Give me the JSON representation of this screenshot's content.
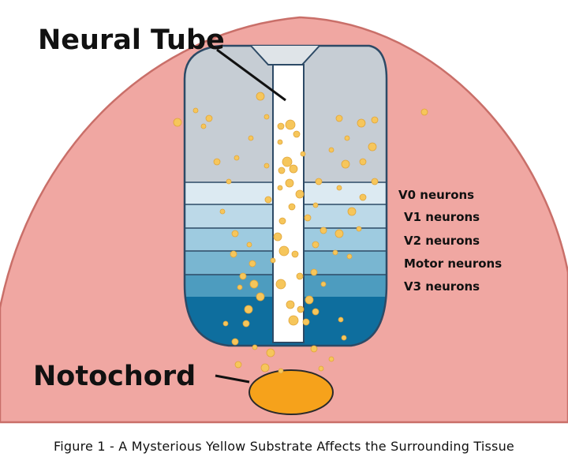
{
  "labels": {
    "neural_tube": "Neural Tube",
    "notochord": "Notochord"
  },
  "layers": [
    {
      "name": "V0 neurons",
      "color": "#dceaf2"
    },
    {
      "name": "V1 neurons",
      "color": "#bcd9e8"
    },
    {
      "name": "V2 neurons",
      "color": "#9ecbe0"
    },
    {
      "name": "Motor neurons",
      "color": "#79b6d1"
    },
    {
      "name": "V3 neurons",
      "color": "#4d9cbf"
    }
  ],
  "caption": "Figure 1 - A Mysterious Yellow Substrate Affects the Surrounding Tissue",
  "colors": {
    "tissue": "#f0a7a2",
    "tissue_outline": "#c96f69",
    "tube_top": "#c6cdd4",
    "tube_outline": "#2d4a66",
    "canal": "#ffffff",
    "floor": "#0e6e9e",
    "notochord": "#f6a21b",
    "substrate": "#f6c65b"
  }
}
